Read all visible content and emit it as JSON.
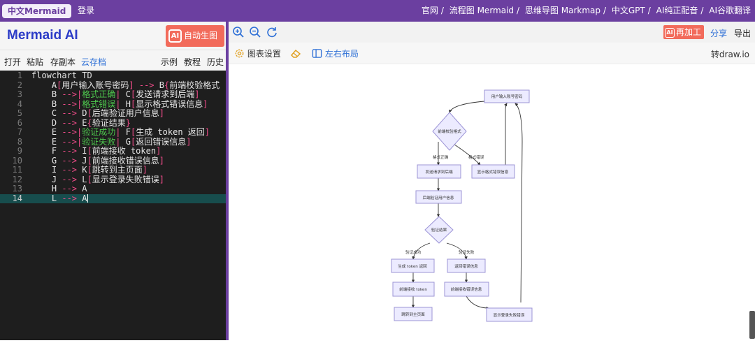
{
  "topbar": {
    "brand": "中文Mermaid",
    "login": "登录",
    "links": [
      "官网",
      "流程图 Mermaid",
      "思维导图 Markmap",
      "中文GPT",
      "AI纯正配音",
      "AI谷歌翻译"
    ]
  },
  "left": {
    "app_title": "Mermaid AI",
    "generate_badge": "AI",
    "generate_label": "自动生图",
    "toolbar": {
      "open": "打开",
      "paste": "粘贴",
      "save_copy": "存副本",
      "cloud": "云存档",
      "examples": "示例",
      "tutorial": "教程",
      "history": "历史"
    }
  },
  "editor": {
    "lines": [
      {
        "n": "1",
        "parts": [
          [
            "kw",
            "flowchart TD"
          ]
        ]
      },
      {
        "n": "2",
        "parts": [
          [
            "txt",
            "    A"
          ],
          [
            "br",
            "["
          ],
          [
            "txt",
            "用户输入账号密码"
          ],
          [
            "br",
            "]"
          ],
          [
            "txt",
            " "
          ],
          [
            "br",
            "-->"
          ],
          [
            "txt",
            " B"
          ],
          [
            "br",
            "{"
          ],
          [
            "txt",
            "前端校验格式"
          ]
        ]
      },
      {
        "n": "3",
        "parts": [
          [
            "txt",
            "    B "
          ],
          [
            "br",
            "-->"
          ],
          [
            "br",
            "|"
          ],
          [
            "lab",
            "格式正确"
          ],
          [
            "br",
            "|"
          ],
          [
            "txt",
            " C"
          ],
          [
            "br",
            "["
          ],
          [
            "txt",
            "发送请求到后端"
          ],
          [
            "br",
            "]"
          ]
        ]
      },
      {
        "n": "4",
        "parts": [
          [
            "txt",
            "    B "
          ],
          [
            "br",
            "-->"
          ],
          [
            "br",
            "|"
          ],
          [
            "lab",
            "格式错误"
          ],
          [
            "br",
            "|"
          ],
          [
            "txt",
            " H"
          ],
          [
            "br",
            "["
          ],
          [
            "txt",
            "显示格式错误信息"
          ],
          [
            "br",
            "]"
          ]
        ]
      },
      {
        "n": "5",
        "parts": [
          [
            "txt",
            "    C "
          ],
          [
            "br",
            "-->"
          ],
          [
            "txt",
            " D"
          ],
          [
            "br",
            "["
          ],
          [
            "txt",
            "后端验证用户信息"
          ],
          [
            "br",
            "]"
          ]
        ]
      },
      {
        "n": "6",
        "parts": [
          [
            "txt",
            "    D "
          ],
          [
            "br",
            "-->"
          ],
          [
            "txt",
            " E"
          ],
          [
            "br",
            "{"
          ],
          [
            "txt",
            "验证结果"
          ],
          [
            "br",
            "}"
          ]
        ]
      },
      {
        "n": "7",
        "parts": [
          [
            "txt",
            "    E "
          ],
          [
            "br",
            "-->"
          ],
          [
            "br",
            "|"
          ],
          [
            "lab",
            "验证成功"
          ],
          [
            "br",
            "|"
          ],
          [
            "txt",
            " F"
          ],
          [
            "br",
            "["
          ],
          [
            "txt",
            "生成 token 返回"
          ],
          [
            "br",
            "]"
          ]
        ]
      },
      {
        "n": "8",
        "parts": [
          [
            "txt",
            "    E "
          ],
          [
            "br",
            "-->"
          ],
          [
            "br",
            "|"
          ],
          [
            "lab",
            "验证失败"
          ],
          [
            "br",
            "|"
          ],
          [
            "txt",
            " G"
          ],
          [
            "br",
            "["
          ],
          [
            "txt",
            "返回错误信息"
          ],
          [
            "br",
            "]"
          ]
        ]
      },
      {
        "n": "9",
        "parts": [
          [
            "txt",
            "    F "
          ],
          [
            "br",
            "-->"
          ],
          [
            "txt",
            " I"
          ],
          [
            "br",
            "["
          ],
          [
            "txt",
            "前端接收 token"
          ],
          [
            "br",
            "]"
          ]
        ]
      },
      {
        "n": "10",
        "parts": [
          [
            "txt",
            "    G "
          ],
          [
            "br",
            "-->"
          ],
          [
            "txt",
            " J"
          ],
          [
            "br",
            "["
          ],
          [
            "txt",
            "前端接收错误信息"
          ],
          [
            "br",
            "]"
          ]
        ]
      },
      {
        "n": "11",
        "parts": [
          [
            "txt",
            "    I "
          ],
          [
            "br",
            "-->"
          ],
          [
            "txt",
            " K"
          ],
          [
            "br",
            "["
          ],
          [
            "txt",
            "跳转到主页面"
          ],
          [
            "br",
            "]"
          ]
        ]
      },
      {
        "n": "12",
        "parts": [
          [
            "txt",
            "    J "
          ],
          [
            "br",
            "-->"
          ],
          [
            "txt",
            " L"
          ],
          [
            "br",
            "["
          ],
          [
            "txt",
            "显示登录失败错误"
          ],
          [
            "br",
            "]"
          ]
        ]
      },
      {
        "n": "13",
        "parts": [
          [
            "txt",
            "    H "
          ],
          [
            "br",
            "-->"
          ],
          [
            "txt",
            " A"
          ]
        ]
      },
      {
        "n": "14",
        "parts": [
          [
            "txt",
            "    L "
          ],
          [
            "br",
            "-->"
          ],
          [
            "txt",
            " A"
          ]
        ],
        "active": true
      }
    ]
  },
  "right": {
    "zoom_in_icon": "zoom-in-icon",
    "zoom_out_icon": "zoom-out-icon",
    "refresh_icon": "refresh-icon",
    "redo_badge": "AI",
    "redo_label": "再加工",
    "share": "分享",
    "export": "导出",
    "chart_settings": "图表设置",
    "layout_lr": "左右布局",
    "to_drawio": "转draw.io"
  },
  "diagram": {
    "nodes": {
      "A": "用户输入账号密码",
      "B": "前端校验格式",
      "C": "发送请求到后端",
      "H": "显示格式错误信息",
      "D": "后端验证用户信息",
      "E": "验证结果",
      "F": "生成 token 返回",
      "G": "返回错误信息",
      "I": "前端接收 token",
      "J": "前端接收错误信息",
      "K": "跳转到主页面",
      "L": "显示登录失败错误"
    },
    "edge_labels": {
      "BC": "格式正确",
      "BH": "格式错误",
      "EF": "验证成功",
      "EG": "验证失败"
    }
  },
  "colors": {
    "topbar": "#6b3fa0",
    "accent_button": "#f26b5b",
    "link_blue": "#2d6fd6",
    "editor_bg": "#1e1e1e",
    "node_fill": "#ecebff",
    "node_stroke": "#9c94d6"
  }
}
